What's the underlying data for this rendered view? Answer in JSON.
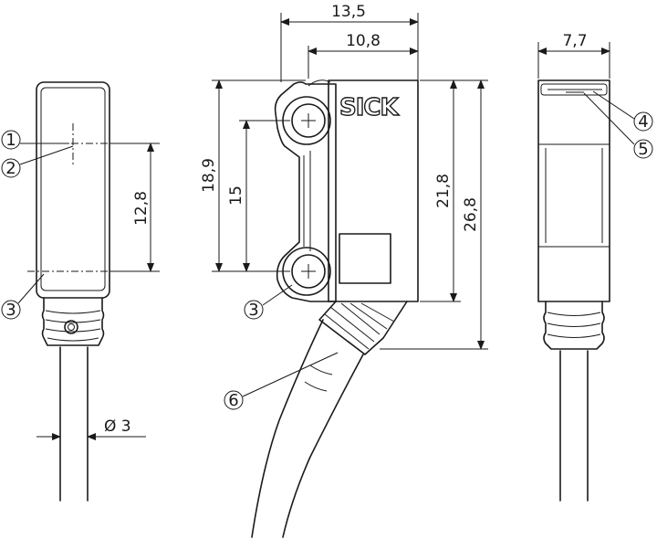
{
  "dimensions": {
    "overall_width": "13,5",
    "housing_width": "10,8",
    "side_width": "7,7",
    "mount_outer": "18,9",
    "hole_pitch": "15",
    "housing_height": "21,8",
    "overall_height": "26,8",
    "optical_axis_spacing": "12,8",
    "cable_diameter": "Ø 3"
  },
  "callouts": {
    "c1": "1",
    "c2": "2",
    "c3_left": "3",
    "c3_mid": "3",
    "c4": "4",
    "c5": "5",
    "c6": "6"
  },
  "logo": "SICK",
  "colors": {
    "line": "#1a1a1a",
    "background": "#ffffff"
  }
}
